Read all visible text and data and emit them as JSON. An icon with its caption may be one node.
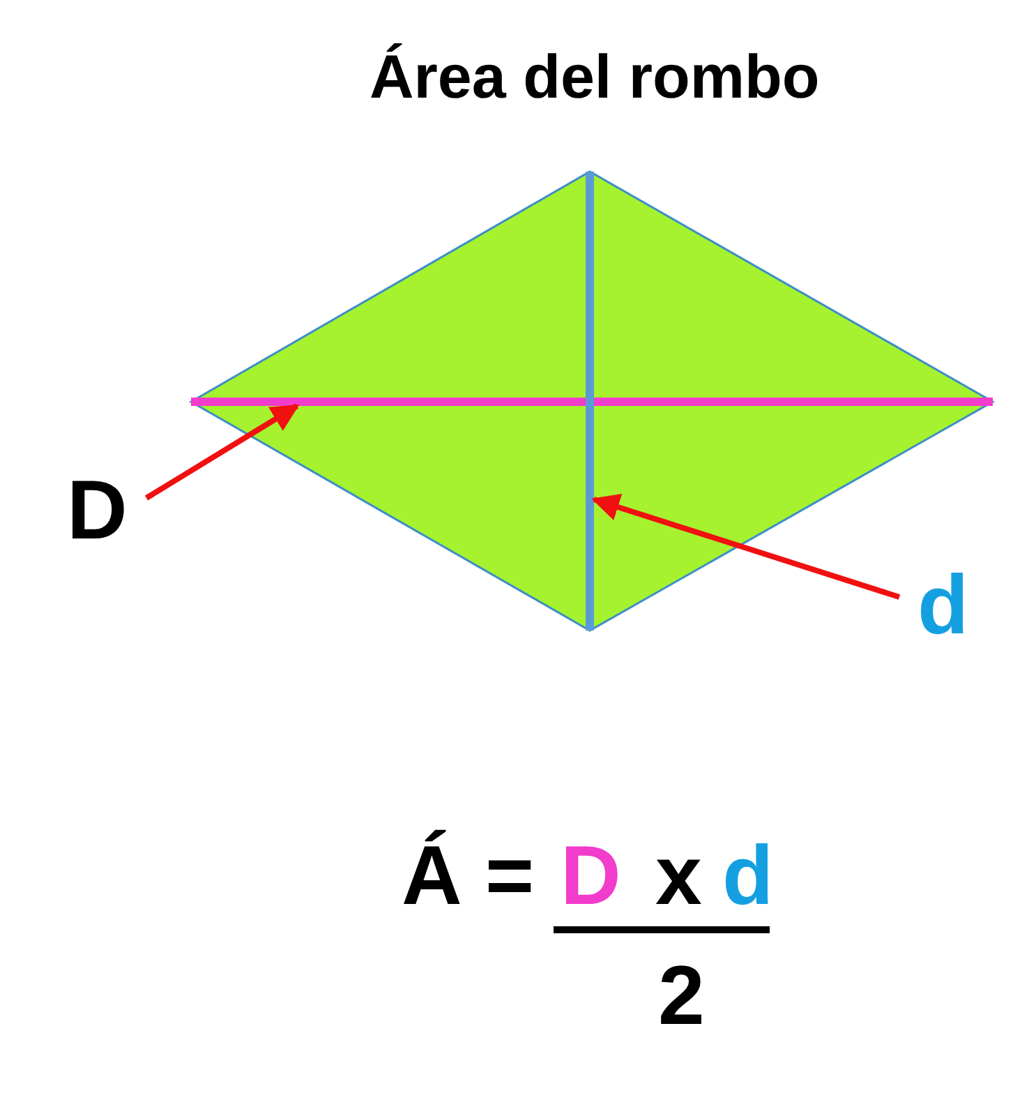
{
  "diagram": {
    "title": "Área del rombo",
    "nodes": [
      {
        "text": [
          "D"
        ]
      },
      {
        "text": [],
        "shape": "line"
      },
      {
        "text": [
          "d"
        ]
      },
      {
        "text": [],
        "shape": "line"
      }
    ],
    "edges": [
      {
        "from": 0,
        "to": 1,
        "arrow": "to"
      },
      {
        "from": 2,
        "to": 3,
        "arrow": "to"
      }
    ],
    "labels": [
      "Á =",
      "D",
      "x",
      "d",
      "2"
    ]
  }
}
